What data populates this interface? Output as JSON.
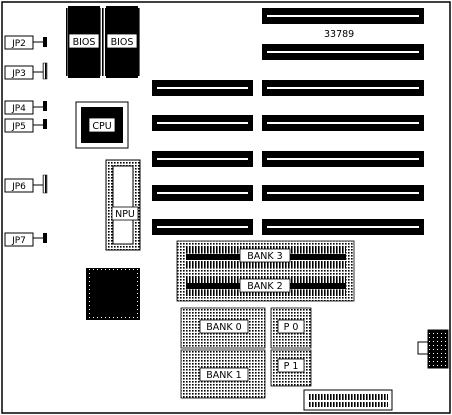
{
  "board": {
    "id_number": "33789",
    "components": {
      "bios_left": "BIOS",
      "bios_right": "BIOS",
      "cpu": "CPU",
      "npu": "NPU"
    },
    "jumpers": [
      "JP2",
      "JP3",
      "JP4",
      "JP5",
      "JP6",
      "JP7"
    ],
    "memory": {
      "bank3": "BANK 3",
      "bank2": "BANK 2",
      "bank0": "BANK 0",
      "bank1": "BANK 1",
      "p0": "P 0",
      "p1": "P 1"
    }
  }
}
